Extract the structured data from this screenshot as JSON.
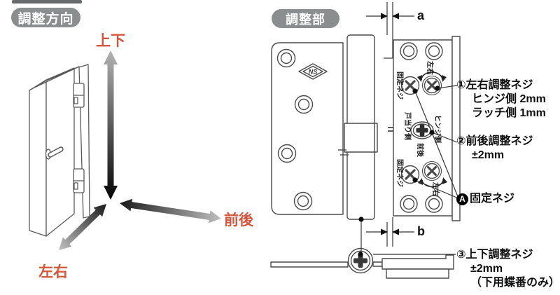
{
  "left_panel": {
    "badge": "調整方向",
    "labels": {
      "up_down": "上下",
      "left_right": "左右",
      "front_back": "前後"
    }
  },
  "right_panel": {
    "badge": "調整部",
    "logo": "NS",
    "dimensions": {
      "top": "a",
      "bottom": "b"
    },
    "screw_labels": {
      "fix_top": "固定ネジ",
      "lr_top": "左右",
      "door_stop_side": "戸当り側",
      "hinge_side": "ヒンジ側",
      "front_back": "前後",
      "fix_bottom": "固定ネジ",
      "lr_bottom": "左右"
    },
    "annotations": {
      "a1": {
        "line1": "①左右調整ネジ",
        "line2": "ヒンジ側 2mm",
        "line3": "ラッチ側 1mm"
      },
      "a2": {
        "line1": "②前後調整ネジ",
        "line2": "±2mm"
      },
      "aA": {
        "badge": "A",
        "label": "固定ネジ"
      },
      "a3": {
        "line1": "③上下調整ネジ",
        "line2": "±2mm",
        "line3": "（下用蝶番のみ）"
      }
    }
  },
  "colors": {
    "badge_bg": "#8b8e8e",
    "accent": "#d2573c",
    "line": "#4a4a4a"
  }
}
